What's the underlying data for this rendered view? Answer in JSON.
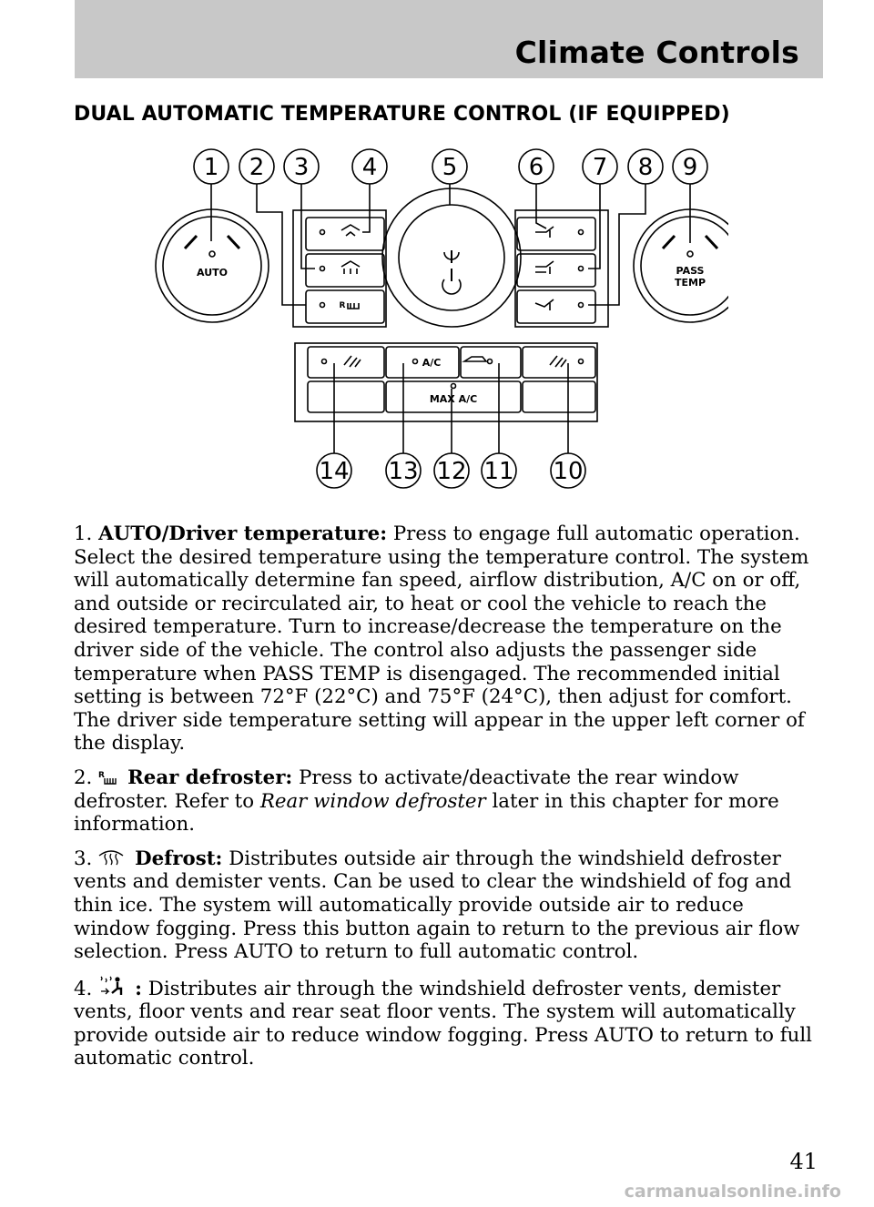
{
  "header": {
    "title": "Climate Controls"
  },
  "section": {
    "title": "DUAL AUTOMATIC TEMPERATURE CONTROL (IF EQUIPPED)"
  },
  "diagram": {
    "callouts": [
      "1",
      "2",
      "3",
      "4",
      "5",
      "6",
      "7",
      "8",
      "9",
      "10",
      "11",
      "12",
      "13",
      "14"
    ],
    "labels": {
      "auto": "AUTO",
      "pass": "PASS",
      "temp": "TEMP",
      "ac": "A/C",
      "max_ac": "MAX A/C",
      "r": "R"
    }
  },
  "items": [
    {
      "num": "1.",
      "title": "AUTO/Driver temperature:",
      "text": "Press to engage full automatic operation. Select the desired temperature using the temperature control. The system will automatically determine fan speed, airflow distribution, A/C on or off, and outside or recirculated air, to heat or cool the vehicle to reach the desired temperature. Turn to increase/decrease the temperature on the driver side of the vehicle. The control also adjusts the passenger side temperature when PASS TEMP is disengaged. The recommended initial setting is between 72°F (22°C) and 75°F (24°C), then adjust for comfort. The driver side temperature setting will appear in the upper left corner of the display."
    },
    {
      "num": "2.",
      "title": "Rear defroster:",
      "text_before": "Press to activate/deactivate the rear window defroster. Refer to",
      "italic": "Rear window defroster",
      "text_after": "later in this chapter for more information."
    },
    {
      "num": "3.",
      "title": "Defrost:",
      "text": "Distributes outside air through the windshield defroster vents and demister vents. Can be used to clear the windshield of fog and thin ice. The system will automatically provide outside air to reduce window fogging. Press this button again to return to the previous air flow selection. Press AUTO to return to full automatic control."
    },
    {
      "num": "4.",
      "title": ":",
      "text": "Distributes air through the windshield defroster vents, demister vents, floor vents and rear seat floor vents. The system will automatically provide outside air to reduce window fogging. Press AUTO to return to full automatic control."
    }
  ],
  "page_number": "41",
  "watermark": "carmanualsonline.info"
}
